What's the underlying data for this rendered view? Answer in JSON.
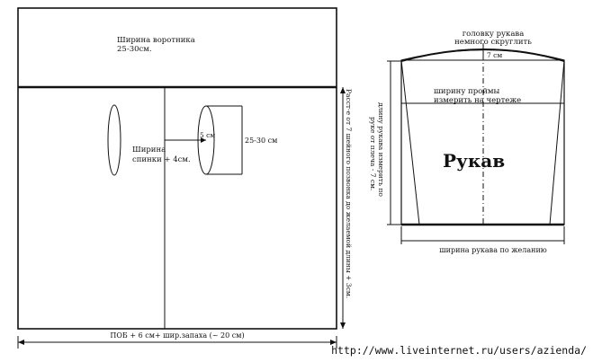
{
  "cape": {
    "collar_label_line1": "Ширина воротника",
    "collar_label_line2": "25-30см.",
    "back_label_line1": "Ширина",
    "back_label_line2": "спинки + 4см.",
    "armhole_offset": "5 см",
    "armhole_depth": "25-30 см",
    "bottom_label": "ПОБ + 6 см+ шир.запаха (~ 20 см)",
    "side_label": "Расст-е от 7 шейного позвонка до желаемой длины + 3см."
  },
  "sleeve": {
    "top_label_line1": "головку рукава",
    "top_label_line2": "немного скруглить",
    "cap_height": "7 см",
    "armhole_note_line1": "ширину проймы",
    "armhole_note_line2": "измерить на чертеже",
    "title": "Рукав",
    "length_label_line1": "длину рукава измерить по",
    "length_label_line2": "руке от плеча - 7 см.",
    "width_label": "ширина рукава по желанию"
  },
  "watermark": "http://www.liveinternet.ru/users/azienda/"
}
